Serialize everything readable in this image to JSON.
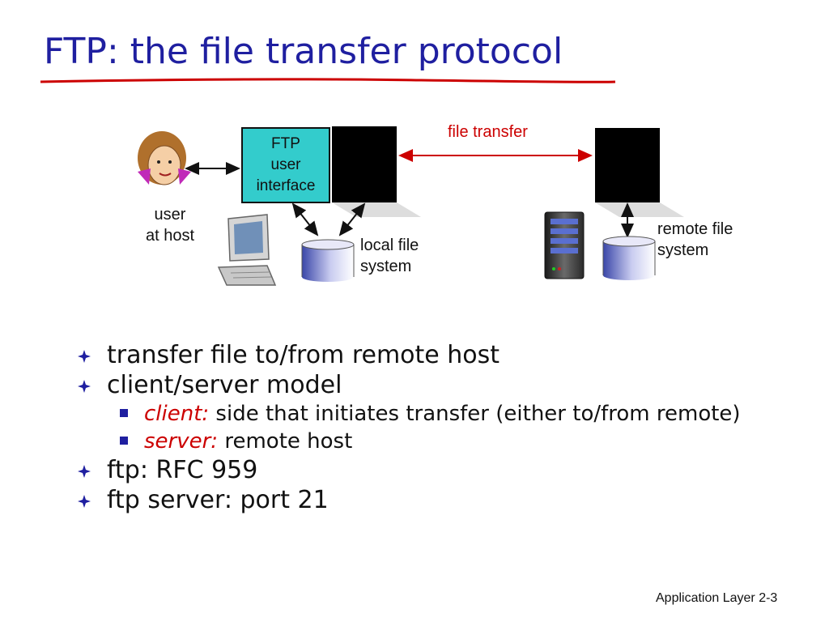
{
  "title": "FTP: the file transfer protocol",
  "colors": {
    "title": "#1f1fa0",
    "accent_red": "#cc0000",
    "ui_box": "#33cccc",
    "underline": "#cc0000"
  },
  "diagram": {
    "file_transfer_label": "file transfer",
    "ftp_ui": {
      "line1": "FTP",
      "line2": "user",
      "line3": "interface"
    },
    "user_label": {
      "line1": "user",
      "line2": "at host"
    },
    "local_fs_label": {
      "line1": "local file",
      "line2": "system"
    },
    "remote_fs_label": {
      "line1": "remote file",
      "line2": "system"
    },
    "icons": [
      "person-icon",
      "computer-icon",
      "disk-icon",
      "server-icon"
    ]
  },
  "bullets": {
    "b1": "transfer file to/from remote host",
    "b2": "client/server model",
    "b2a_term": "client:",
    "b2a_text": " side that initiates transfer (either to/from remote)",
    "b2b_term": "server:",
    "b2b_text": " remote host",
    "b3": "ftp: RFC 959",
    "b4": "ftp server: port 21"
  },
  "footer": "Application Layer 2-3"
}
